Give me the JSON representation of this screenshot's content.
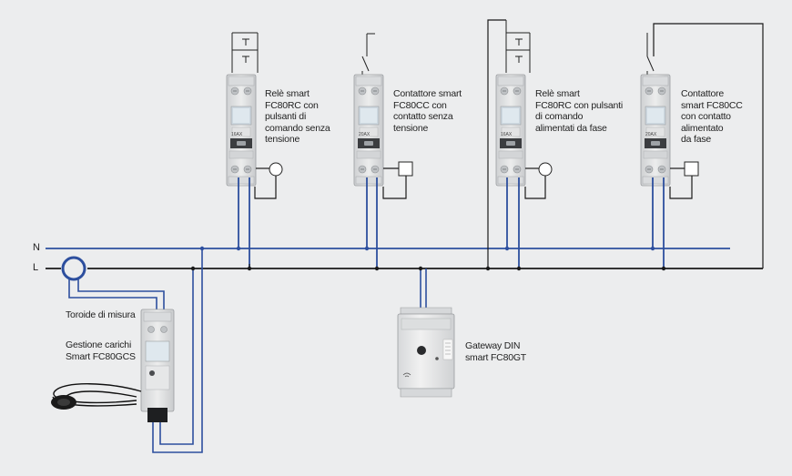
{
  "colors": {
    "background": "#ecedee",
    "neutral_wire": "#2d4f9e",
    "line_wire": "#1a1a1a",
    "module_body": "#e6e7e8"
  },
  "buses": {
    "neutral": "N",
    "line": "L"
  },
  "devices": [
    {
      "id": "fc80rc-1",
      "label": "Relè smart\nFC80RC con\npulsanti di\ncomando senza\ntensione",
      "rating": "16AX"
    },
    {
      "id": "fc80cc-1",
      "label": "Contattore smart\nFC80CC con\ncontatto senza\ntensione",
      "rating": "20AX"
    },
    {
      "id": "fc80rc-2",
      "label": "Relè smart\nFC80RC con pulsanti\ndi comando\nalimentati da fase",
      "rating": "16AX"
    },
    {
      "id": "fc80cc-2",
      "label": "Contattore\nsmart FC80CC\ncon contatto\nalimentato\nda fase",
      "rating": "20AX"
    }
  ],
  "toroid": {
    "label": "Toroide di misura"
  },
  "load_manager": {
    "label": "Gestione carichi\nSmart FC80GCS"
  },
  "gateway": {
    "label": "Gateway DIN\nsmart FC80GT"
  }
}
